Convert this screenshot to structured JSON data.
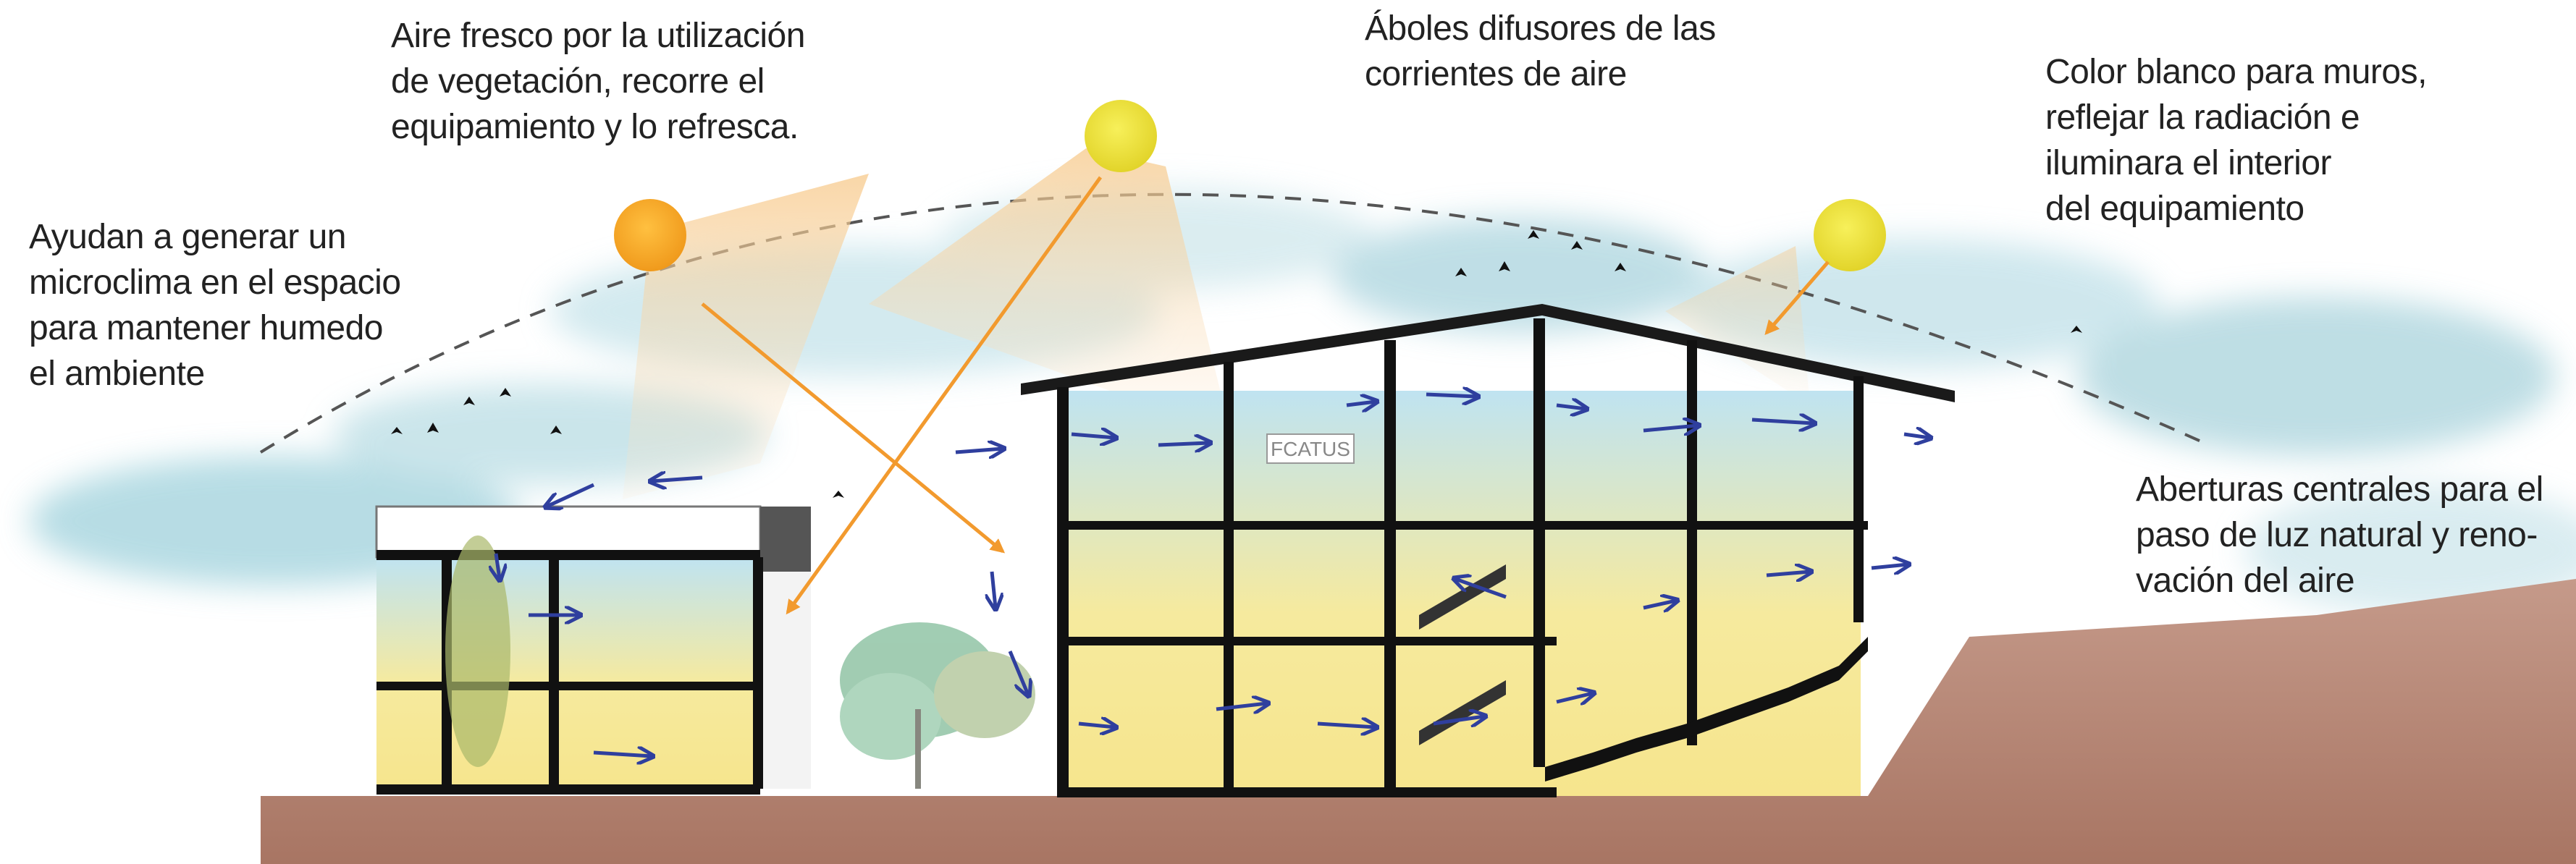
{
  "annotations": {
    "microclimate": [
      "Ayudan a generar un",
      "microclima en el espacio",
      "para mantener humedo",
      "el ambiente"
    ],
    "fresh_air": [
      "Aire fresco por la utilización",
      "de vegetación, recorre el",
      "equipamiento y lo refresca."
    ],
    "diffuser_trees": [
      "Áboles difusores de las",
      "corrientes de aire"
    ],
    "white_walls": [
      "Color blanco para muros,",
      "reflejar la radiación e",
      "iluminara el interior",
      "del equipamiento"
    ],
    "central_openings": [
      "Aberturas centrales para el",
      "paso de luz natural y reno-",
      "vación del aire"
    ]
  },
  "building_sign": "FCATUS",
  "colors": {
    "sun_low": "#f3a21f",
    "sun_high": "#e6de2c",
    "airflow_arrow": "#2f3f9e",
    "sun_ray_arrow": "#f29a2e",
    "glass_top": "#bfe3f1",
    "glass_bottom": "#f6e58d",
    "ground": "#b88878",
    "structure": "#111111"
  }
}
